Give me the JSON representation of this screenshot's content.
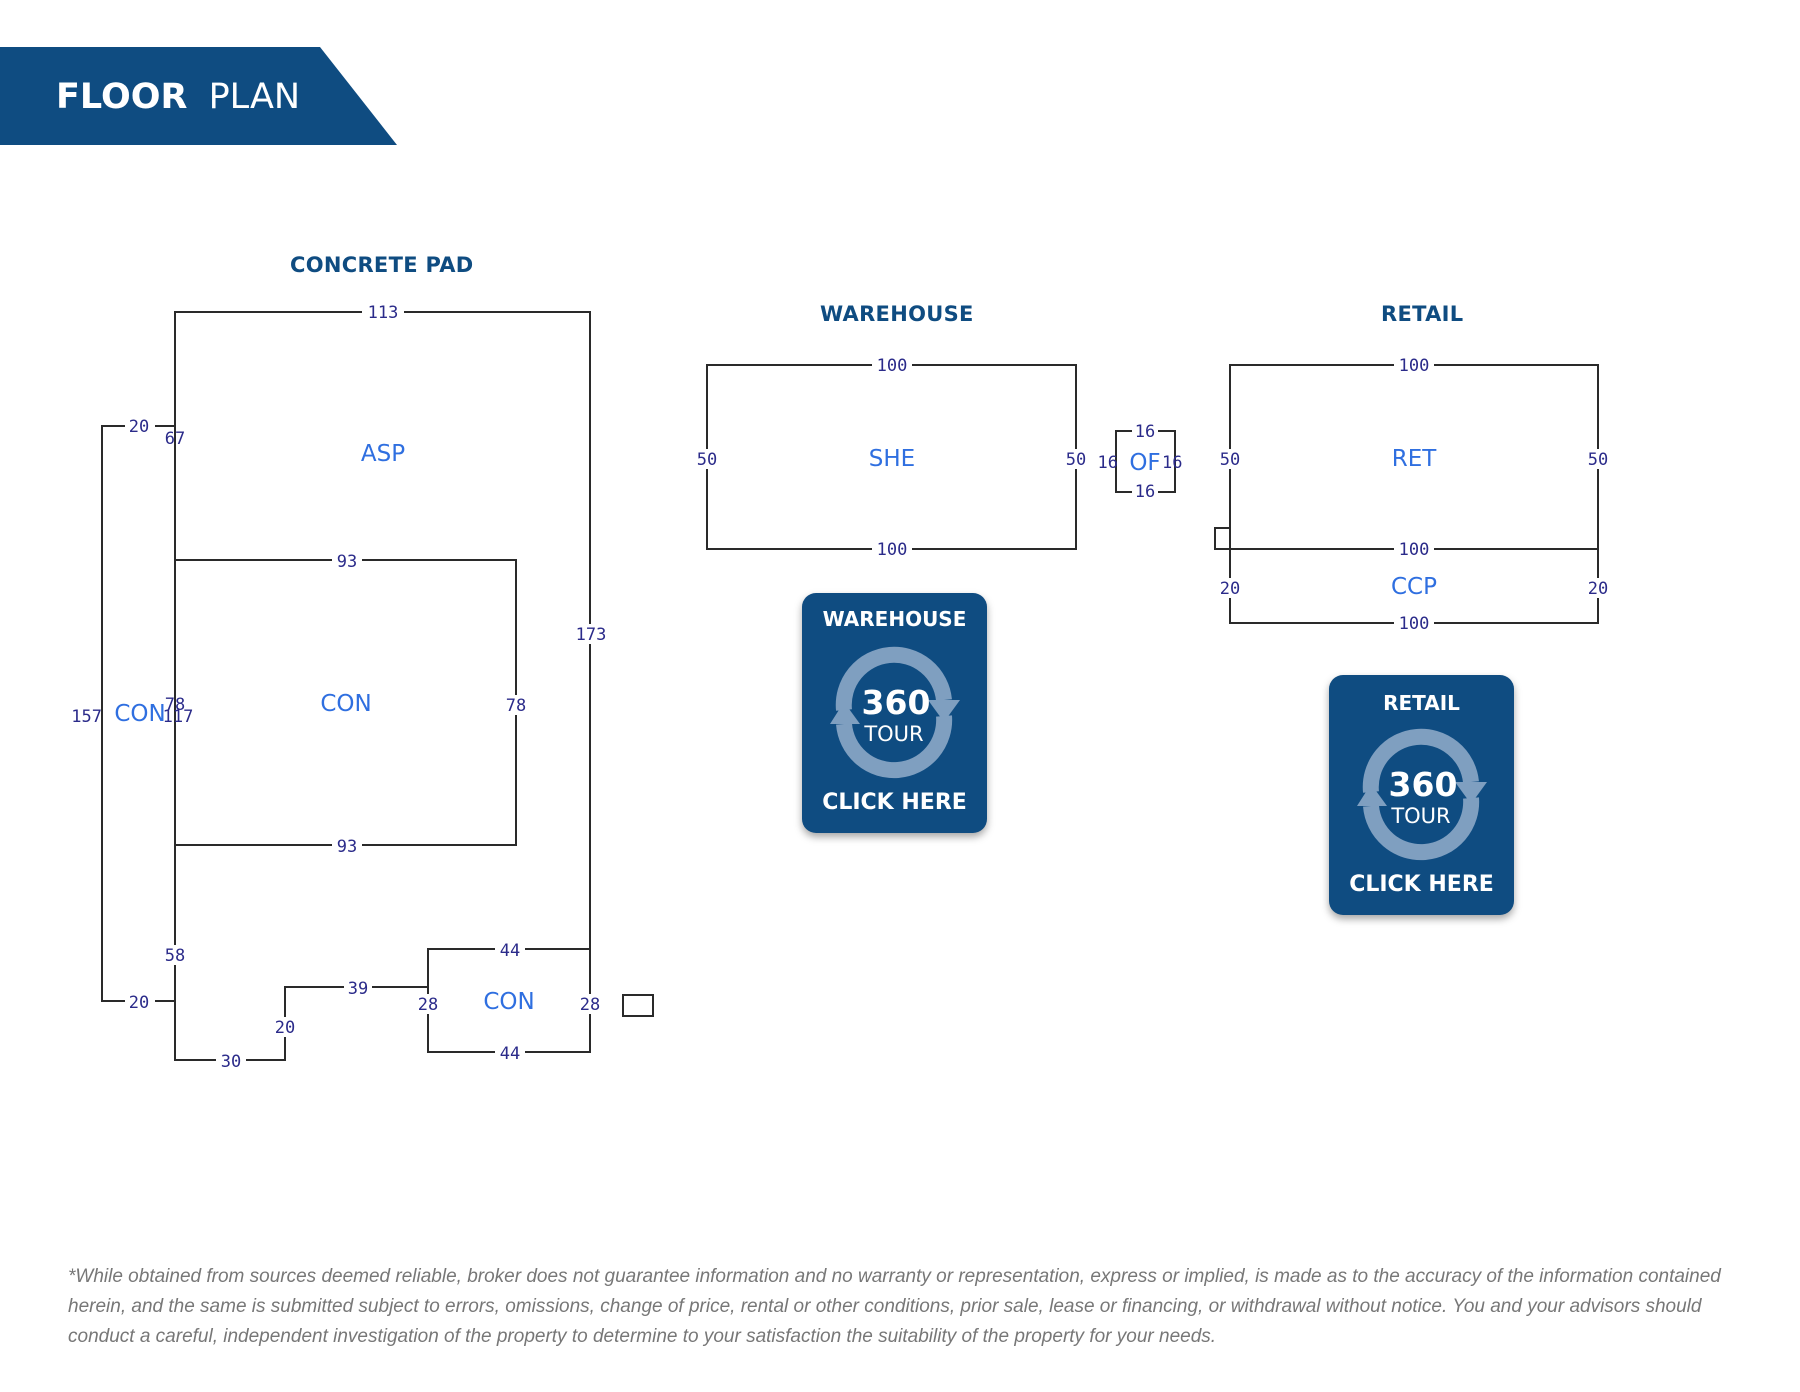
{
  "header": {
    "title_bold": "FLOOR",
    "title_regular": "PLAN",
    "color": "#0f4c81"
  },
  "sections": {
    "concrete_pad": "CONCRETE PAD",
    "warehouse": "WAREHOUSE",
    "retail": "RETAIL"
  },
  "plan": {
    "room_labels": {
      "asp": "ASP",
      "con_main": "CON",
      "con_left": "CON",
      "con_small": "CON",
      "she": "SHE",
      "ret": "RET",
      "ccp": "CCP",
      "of": "OF"
    },
    "dims": {
      "pad_top": "113",
      "pad_left_67": "67",
      "pad_left_20_top": "20",
      "pad_inner_93_top": "93",
      "pad_right_173": "173",
      "pad_left_157": "157",
      "pad_left_78": "78",
      "pad_left_117": "117",
      "pad_inner_78": "78",
      "pad_inner_93_bottom": "93",
      "pad_left_58": "58",
      "pad_left_20_bottom": "20",
      "pad_step_20": "20",
      "pad_step_39": "39",
      "pad_bottom_30": "30",
      "small_top_44": "44",
      "small_left_28": "28",
      "small_right_28": "28",
      "small_bottom_44": "44",
      "wh_top": "100",
      "wh_left": "50",
      "wh_right": "50",
      "wh_bottom": "100",
      "of_top": "16",
      "of_left": "16",
      "of_right": "16",
      "of_bottom": "16",
      "ret_top": "100",
      "ret_left": "50",
      "ret_right": "50",
      "ret_mid": "100",
      "ccp_left": "20",
      "ccp_right": "20",
      "ccp_bottom": "100"
    }
  },
  "tours": {
    "warehouse": {
      "label": "WAREHOUSE",
      "number": "360",
      "word": "TOUR",
      "cta": "CLICK HERE"
    },
    "retail": {
      "label": "RETAIL",
      "number": "360",
      "word": "TOUR",
      "cta": "CLICK HERE"
    }
  },
  "disclaimer": "*While obtained from sources deemed reliable, broker does not guarantee information and no warranty or representation, express or implied, is made as to the accuracy of the information contained herein, and the same is submitted subject to errors, omissions, change of price, rental or other conditions, prior sale, lease or financing, or withdrawal without notice. You and your advisors should conduct a careful, independent investigation of the property to determine to your satisfaction the suitability of the property for your needs."
}
